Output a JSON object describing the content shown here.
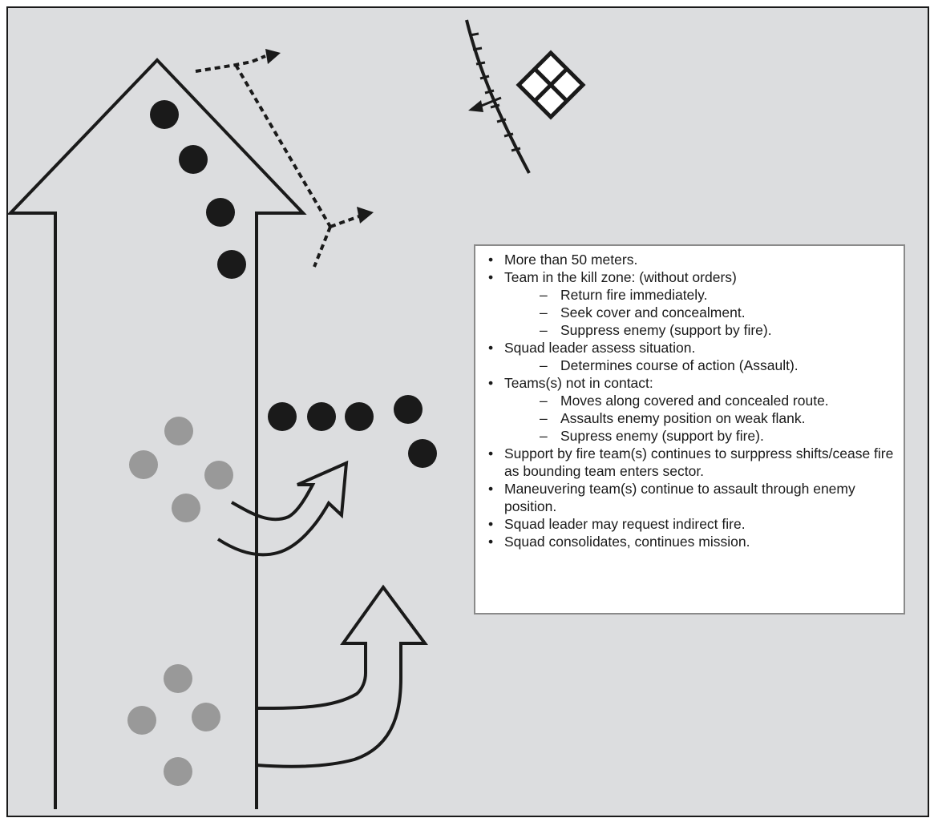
{
  "colors": {
    "background": "#dcdddf",
    "ink": "#1a1a1a",
    "friendly_trail": "#999999",
    "box_border": "#8a8a8a"
  },
  "icons": {
    "enemy_position": "enemy-position-diamond-icon",
    "obstacle_line": "hatched-obstacle-line-icon",
    "dotted_route": "dotted-maneuver-route-icon"
  },
  "notes": [
    {
      "text": "More than 50 meters.",
      "sub": []
    },
    {
      "text": "Team in the kill zone: (without orders)",
      "sub": [
        "Return fire immediately.",
        "Seek cover and concealment.",
        "Suppress enemy (support by fire)."
      ]
    },
    {
      "text": "Squad leader assess situation.",
      "sub": [
        "Determines course of action (Assault)."
      ]
    },
    {
      "text": "Teams(s) not in contact:",
      "sub": [
        "Moves along covered and concealed route.",
        "Assaults enemy position on weak flank.",
        "Supress enemy (support by fire)."
      ]
    },
    {
      "text": "Support by fire team(s) continues to surppress shifts/cease fire as bounding team enters sector.",
      "sub": []
    },
    {
      "text": "Maneuvering team(s) continue to assault through enemy position.",
      "sub": []
    },
    {
      "text": "Squad leader may request indirect fire.",
      "sub": []
    },
    {
      "text": "Squad consolidates, continues mission.",
      "sub": []
    }
  ]
}
